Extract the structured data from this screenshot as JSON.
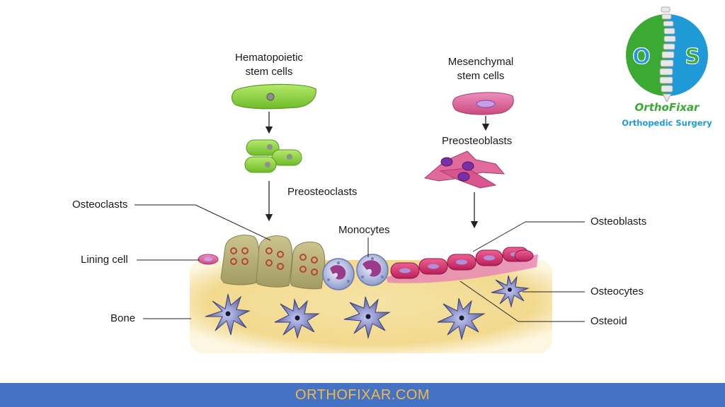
{
  "labels": {
    "hematopoietic_line1": "Hematopoietic",
    "hematopoietic_line2": "stem cells",
    "mesenchymal_line1": "Mesenchymal",
    "mesenchymal_line2": "stem cells",
    "preosteoclasts": "Preosteoclasts",
    "preosteoblasts": "Preosteoblasts",
    "osteoclasts": "Osteoclasts",
    "lining_cell": "Lining cell",
    "bone": "Bone",
    "monocytes": "Monocytes",
    "osteoblasts": "Osteoblasts",
    "osteocytes": "Osteocytes",
    "osteoid": "Osteoid"
  },
  "brand": {
    "name": "OrthoFixar",
    "subtitle": "Orthopedic Surgery",
    "logo_letters": [
      "O",
      "S"
    ]
  },
  "footer": {
    "text": "ORTHOFIXAR.COM"
  },
  "colors": {
    "bone": "#f3dc9a",
    "hematopoietic_green": "#8fd443",
    "osteoclast": "#b9b27a",
    "osteoblast": "#d9306e",
    "osteocyte": "#5a5fa0",
    "mesenchymal": "#e06a9c",
    "footer_bg": "#4472c4",
    "footer_text": "#f4b942"
  }
}
